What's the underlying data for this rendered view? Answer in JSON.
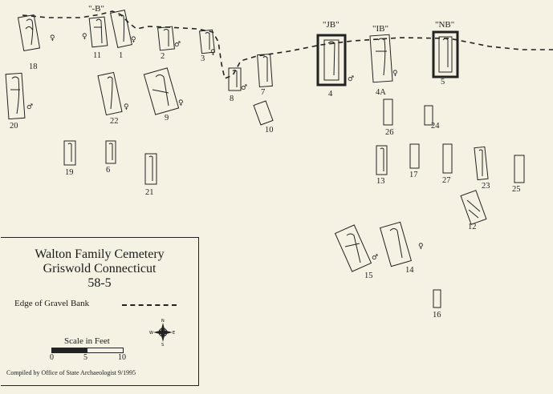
{
  "legend": {
    "title_line1": "Walton Family Cemetery",
    "title_line2": "Griswold Connecticut",
    "title_line3": "58-5",
    "edge_label": "Edge of Gravel Bank",
    "scale_label": "Scale in Feet",
    "scale_ticks": [
      "0",
      "5",
      "10"
    ],
    "compiled": "Compiled by Office of State Archaeologist 9/1995"
  },
  "compass": {
    "n": "N",
    "s": "S",
    "e": "E",
    "w": "W"
  },
  "tags": {
    "b": "\"-B\"",
    "jb": "\"JB\"",
    "ib": "\"IB\"",
    "nb": "\"NB\""
  },
  "burials": {
    "b18": "18",
    "b11": "11",
    "b1": "1",
    "b2": "2",
    "b3": "3",
    "b8": "8",
    "b7": "7",
    "b4": "4",
    "b4a": "4A",
    "b5": "5",
    "b20": "20",
    "b22": "22",
    "b9": "9",
    "b10": "10",
    "b26": "26",
    "b24": "24",
    "b19": "19",
    "b6": "6",
    "b21": "21",
    "b13": "13",
    "b17": "17",
    "b27": "27",
    "b23": "23",
    "b25": "25",
    "b12": "12",
    "b15": "15",
    "b14": "14",
    "b16": "16"
  },
  "symbols": {
    "female": "♀",
    "male": "♂"
  }
}
